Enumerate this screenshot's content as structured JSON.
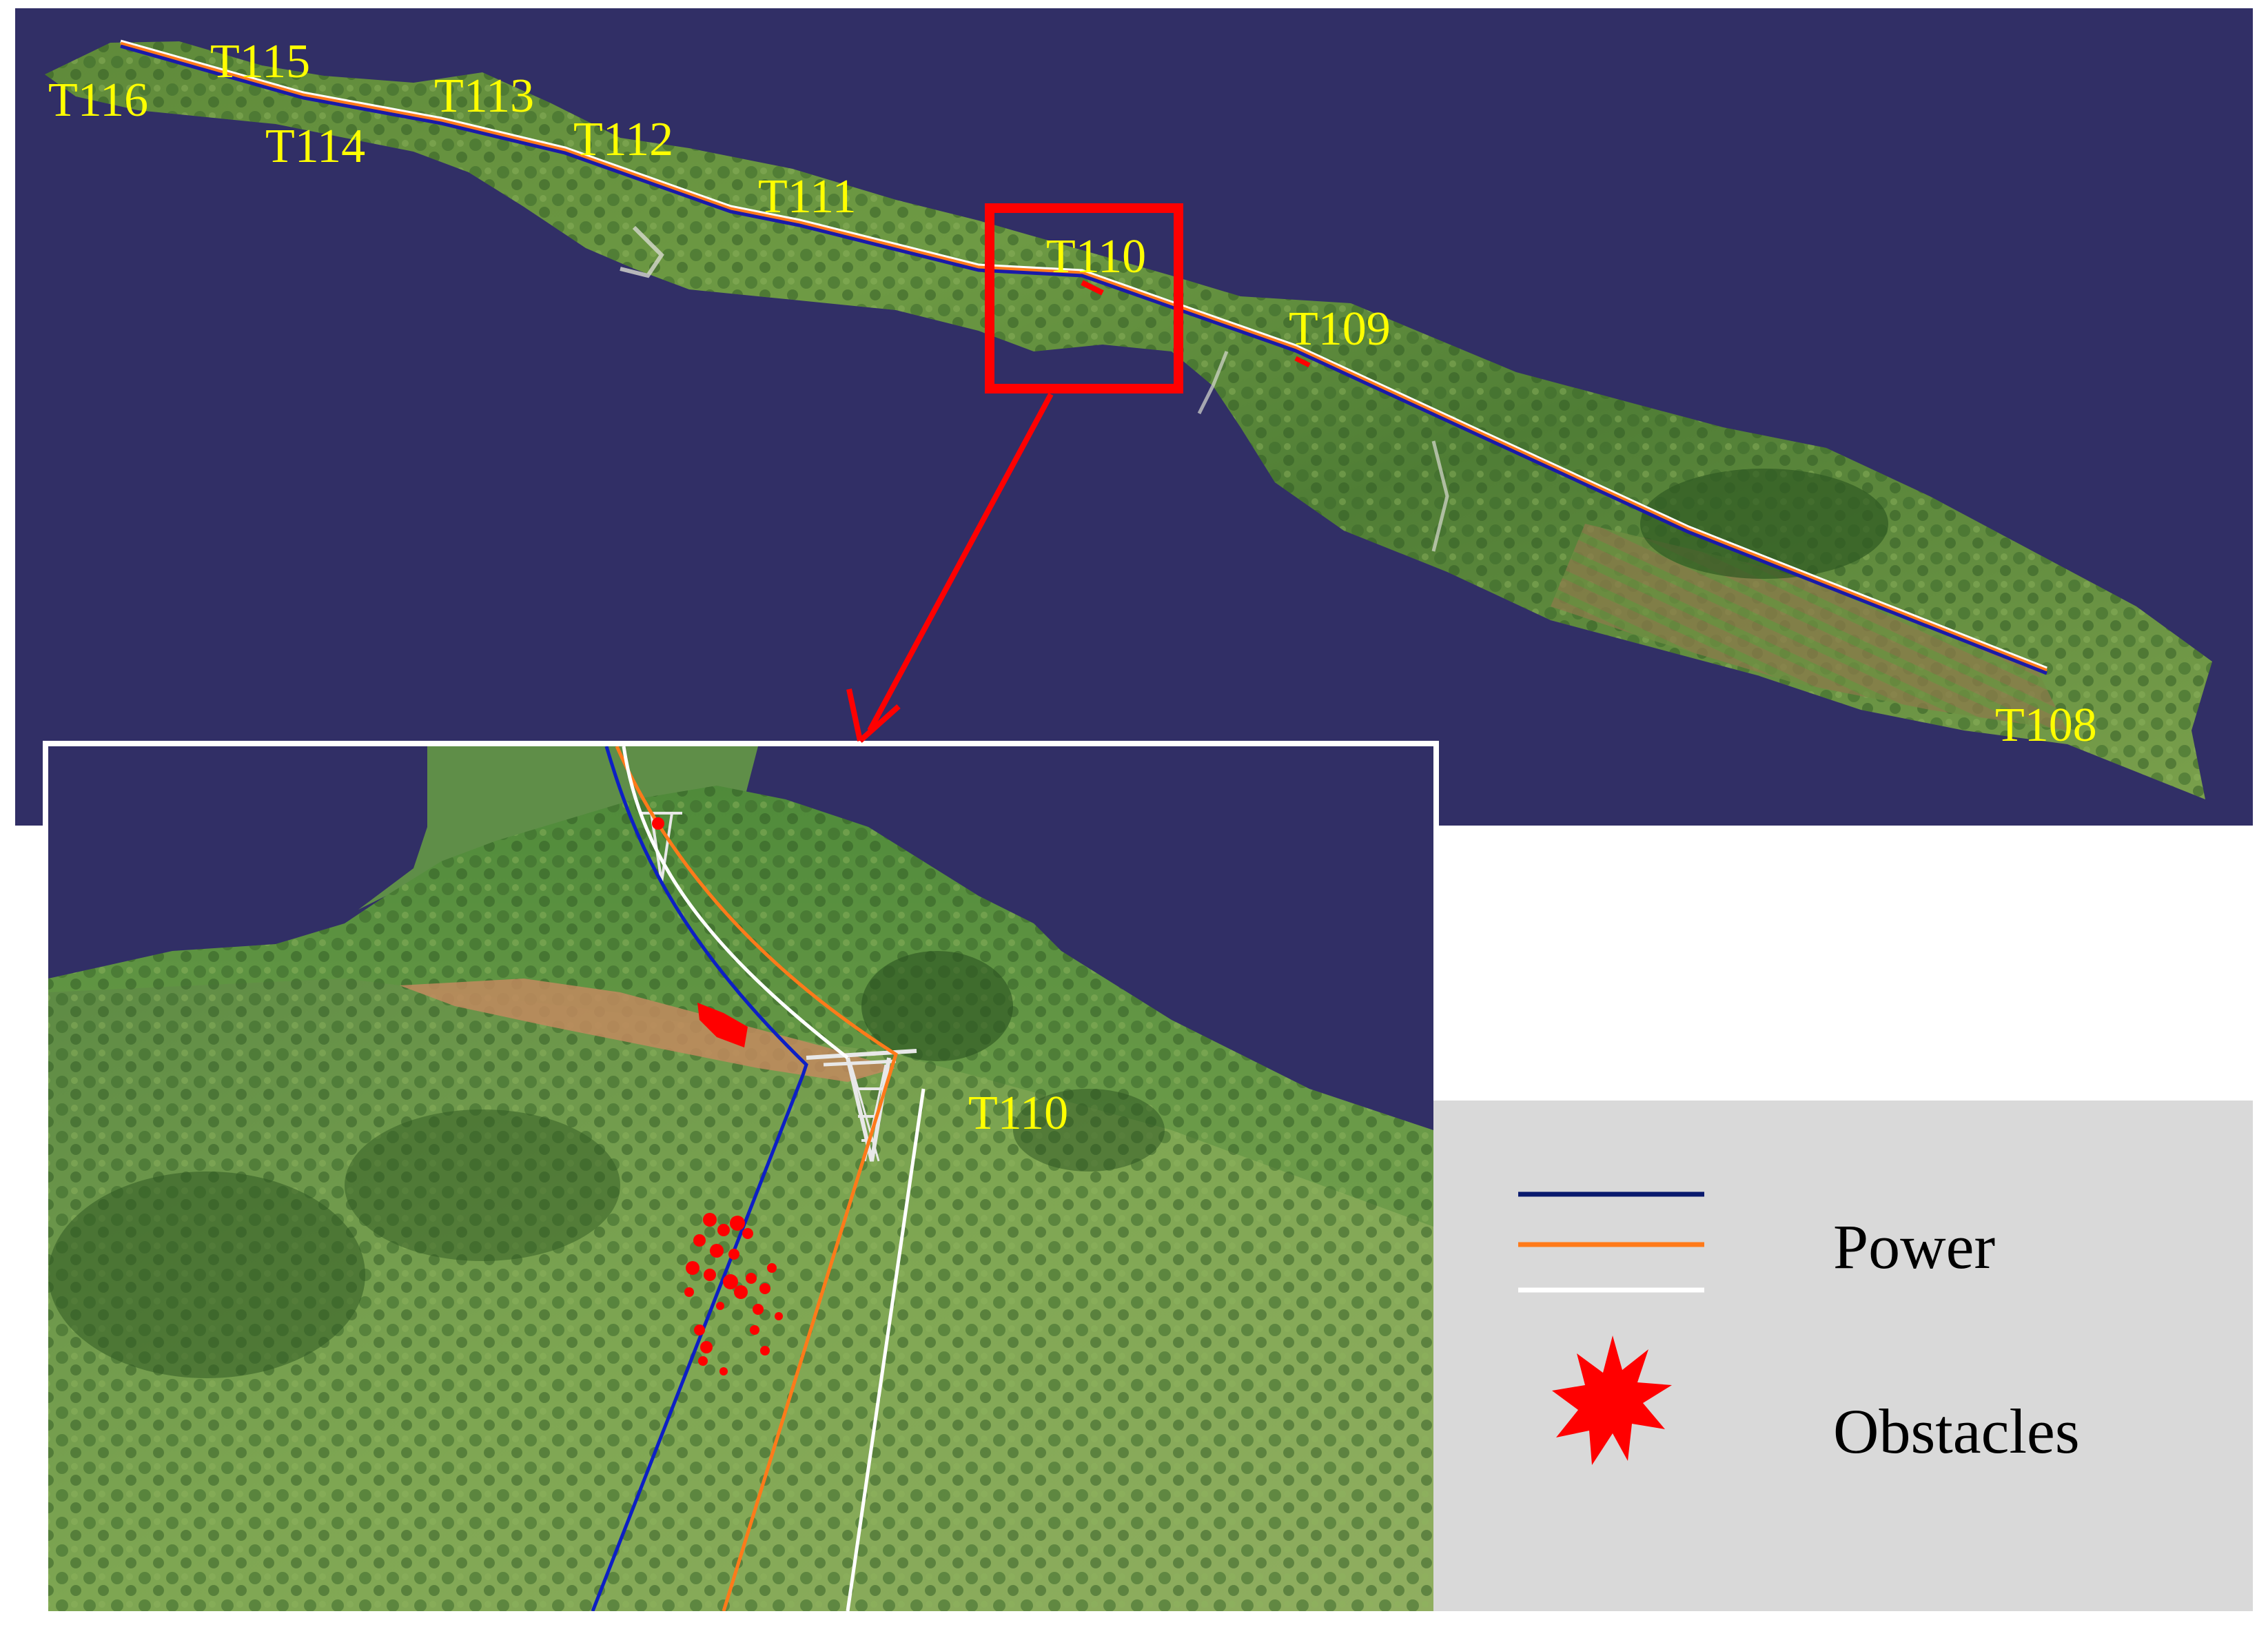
{
  "overview": {
    "background_color": "#312f66",
    "label_color": "#ffff00",
    "tower_labels": [
      "T116",
      "T115",
      "T114",
      "T113",
      "T112",
      "T111",
      "T110",
      "T109",
      "T108"
    ],
    "highlight_color": "#ff0000"
  },
  "detail": {
    "tower_label": "T110",
    "border_color": "#ffffff",
    "line_colors": {
      "blue": "#0d1fc4",
      "orange": "#ff7a1a",
      "white": "#ffffff"
    },
    "obstacle_color": "#ff0000"
  },
  "legend": {
    "background_color": "#d9d9d9",
    "power_label": "Power",
    "obstacles_label": "Obstacles",
    "power_line_colors": [
      "#0a1a6e",
      "#ff7a1a",
      "#ffffff"
    ],
    "obstacle_icon": "red-starburst-icon"
  }
}
